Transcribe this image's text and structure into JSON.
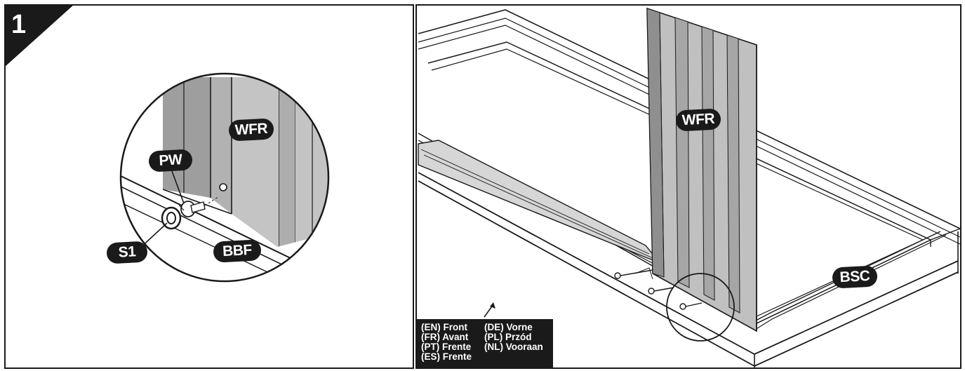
{
  "step": {
    "number": "1"
  },
  "labels": {
    "wfr_detail": "WFR",
    "pw": "PW",
    "s1": "S1",
    "bbf": "BBF",
    "wfr_main": "WFR",
    "bsc": "BSC"
  },
  "legend": {
    "left_items": [
      "(EN) Front",
      "(FR) Avant",
      "(PT) Frente",
      "(ES) Frente"
    ],
    "right_items": [
      "(DE) Vorne",
      "(PL) Przód",
      "(NL) Vooraan"
    ]
  },
  "colors": {
    "ink": "#1a1a1a",
    "panel_fill": "#bdbdbd",
    "panel_shadow": "#8f8f8f",
    "background": "#ffffff"
  }
}
